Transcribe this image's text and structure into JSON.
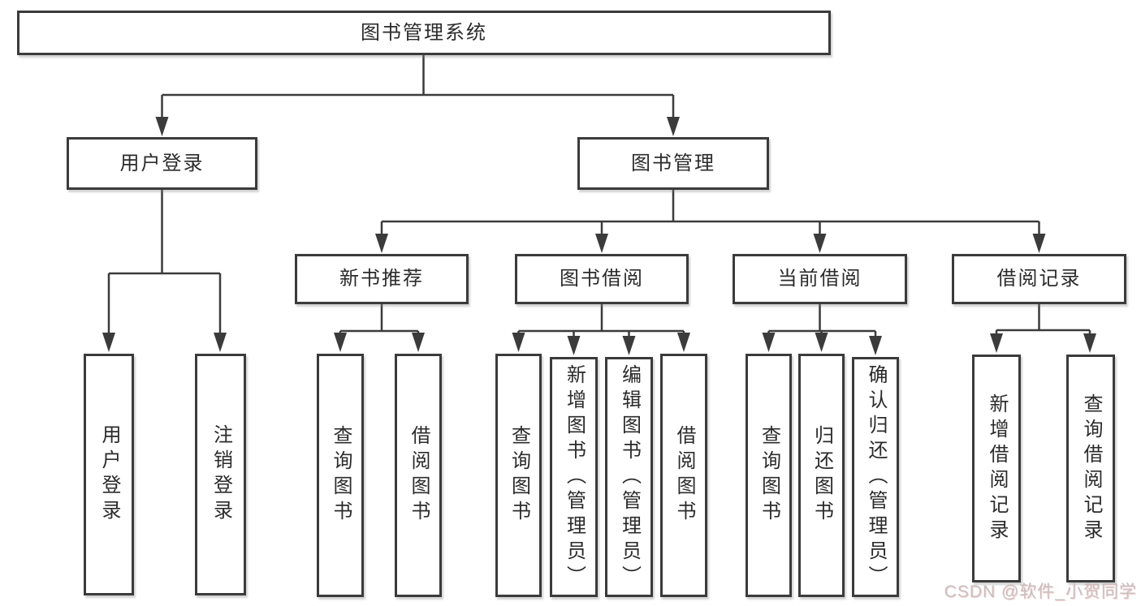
{
  "diagram": {
    "type": "hierarchy-tree",
    "colors": {
      "line": "#3b3b3b",
      "border": "#3b3b3b",
      "text": "#2b2b2b",
      "background": "#ffffff",
      "watermark_text": "#c7bfbf"
    }
  },
  "tree": {
    "root": {
      "label": "图书管理系统"
    },
    "branches": [
      {
        "label": "用户登录",
        "children": [
          {
            "label": "用户登录"
          },
          {
            "label": "注销登录"
          }
        ]
      },
      {
        "label": "图书管理",
        "children": [
          {
            "label": "新书推荐",
            "children": [
              {
                "label": "查询图书"
              },
              {
                "label": "借阅图书"
              }
            ]
          },
          {
            "label": "图书借阅",
            "children": [
              {
                "label": "查询图书"
              },
              {
                "label": "新增图书（管理员）"
              },
              {
                "label": "编辑图书（管理员）"
              },
              {
                "label": "借阅图书"
              }
            ]
          },
          {
            "label": "当前借阅",
            "children": [
              {
                "label": "查询图书"
              },
              {
                "label": "归还图书"
              },
              {
                "label": "确认归还（管理员）"
              }
            ]
          },
          {
            "label": "借阅记录",
            "children": [
              {
                "label": "新增借阅记录"
              },
              {
                "label": "查询借阅记录"
              }
            ]
          }
        ]
      }
    ]
  },
  "watermark": {
    "text": "CSDN @软件_小贺同学"
  }
}
